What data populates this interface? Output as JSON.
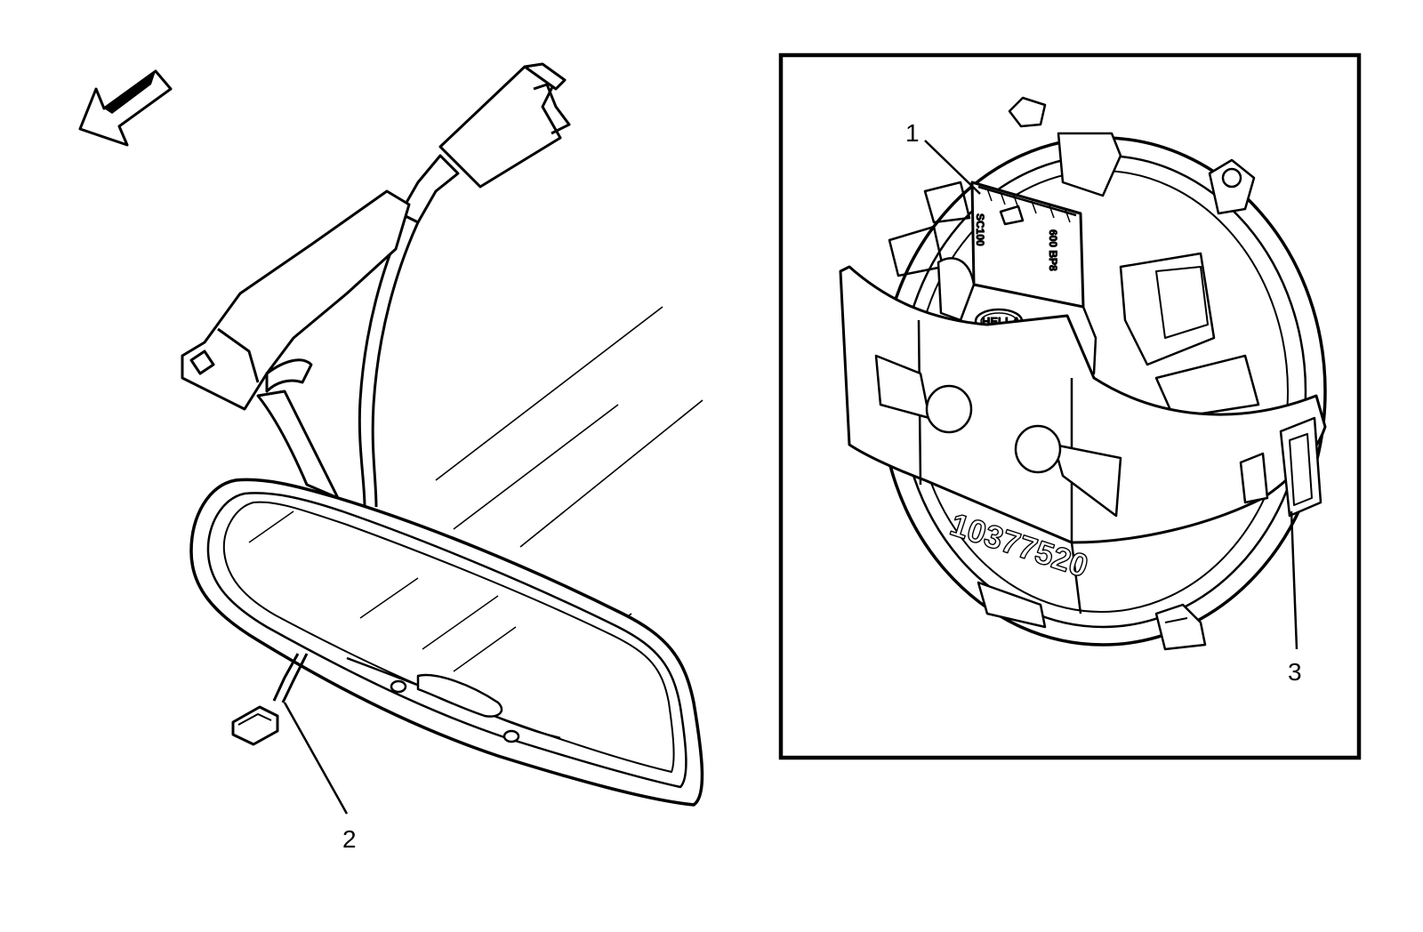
{
  "callouts": {
    "one": "1",
    "two": "2",
    "three": "3"
  },
  "sensor": {
    "part_number": "10377520",
    "connector_marking_a": "SC100",
    "connector_marking_b": "600 BP8",
    "logo": "HELLA"
  },
  "colors": {
    "line": "#000000",
    "background": "#ffffff"
  },
  "icons": {
    "direction_arrow": "front-arrow-icon"
  }
}
